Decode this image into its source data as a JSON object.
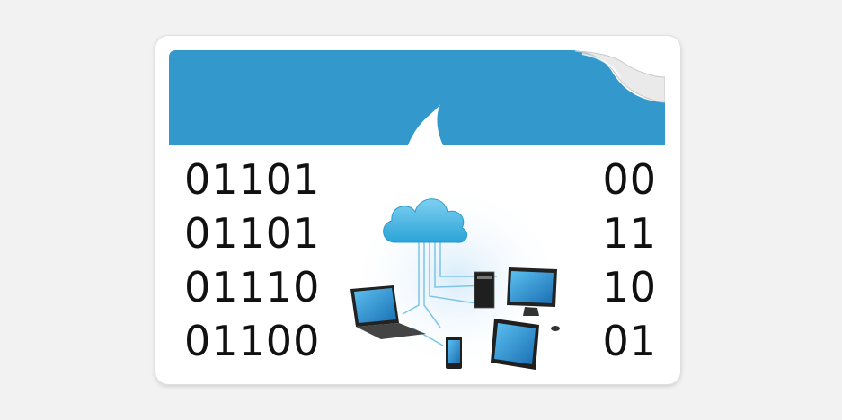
{
  "binary_left": [
    "01101",
    "01101",
    "01110",
    "01100"
  ],
  "binary_right": [
    "00",
    "11",
    "10",
    "01"
  ],
  "icons": [
    "cloud-icon",
    "laptop-icon",
    "desktop-tower-icon",
    "monitor-icon",
    "tablet-icon",
    "smartphone-icon",
    "peeling-corner-icon"
  ],
  "colors": {
    "banner": "#3399cc",
    "cloud": "#4fb6e2",
    "background": "#f2f2f2",
    "sticker": "#ffffff",
    "text": "#111111"
  }
}
